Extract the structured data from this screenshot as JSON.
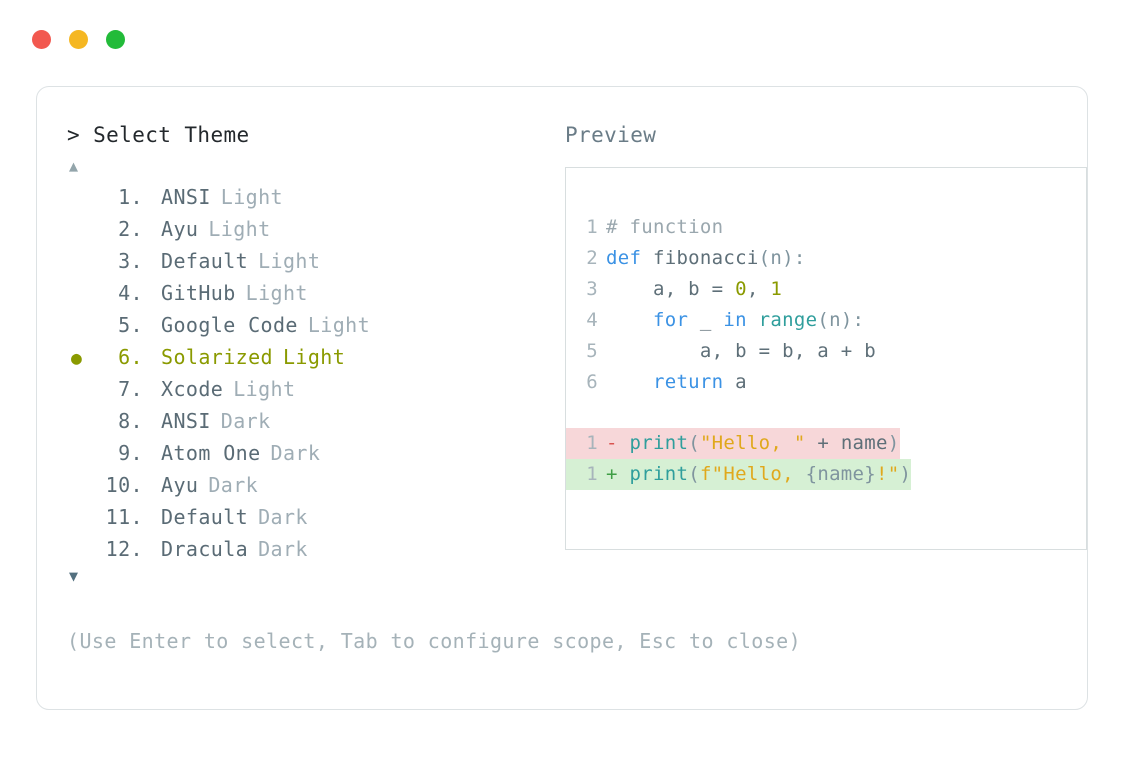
{
  "window": {
    "dots": [
      {
        "name": "close",
        "color": "#f2584f"
      },
      {
        "name": "minimize",
        "color": "#f5b722"
      },
      {
        "name": "maximize",
        "color": "#22bb39"
      }
    ]
  },
  "picker": {
    "prompt": "> Select Theme",
    "scroll_up": "▲",
    "scroll_down": "▼",
    "selected_index": 6,
    "bullet": "●",
    "selected_color": "#8a9a00",
    "items": [
      {
        "index": "1.",
        "name": "ANSI",
        "variant": "Light",
        "selected": false
      },
      {
        "index": "2.",
        "name": "Ayu",
        "variant": "Light",
        "selected": false
      },
      {
        "index": "3.",
        "name": "Default",
        "variant": "Light",
        "selected": false
      },
      {
        "index": "4.",
        "name": "GitHub",
        "variant": "Light",
        "selected": false
      },
      {
        "index": "5.",
        "name": "Google Code",
        "variant": "Light",
        "selected": false
      },
      {
        "index": "6.",
        "name": "Solarized",
        "variant": "Light",
        "selected": true
      },
      {
        "index": "7.",
        "name": "Xcode",
        "variant": "Light",
        "selected": false
      },
      {
        "index": "8.",
        "name": "ANSI",
        "variant": "Dark",
        "selected": false
      },
      {
        "index": "9.",
        "name": "Atom One",
        "variant": "Dark",
        "selected": false
      },
      {
        "index": "10.",
        "name": "Ayu",
        "variant": "Dark",
        "selected": false
      },
      {
        "index": "11.",
        "name": "Default",
        "variant": "Dark",
        "selected": false
      },
      {
        "index": "12.",
        "name": "Dracula",
        "variant": "Dark",
        "selected": false
      }
    ]
  },
  "preview": {
    "label": "Preview",
    "code": {
      "lines": [
        {
          "n": "1",
          "tokens": [
            {
              "t": "# function",
              "c": "k-comment"
            }
          ]
        },
        {
          "n": "2",
          "tokens": [
            {
              "t": "def ",
              "c": "k-kw"
            },
            {
              "t": "fibonacci",
              "c": "k-plain"
            },
            {
              "t": "(n):",
              "c": "k-punc"
            }
          ]
        },
        {
          "n": "3",
          "tokens": [
            {
              "t": "    a, b = ",
              "c": "k-plain"
            },
            {
              "t": "0",
              "c": "k-num"
            },
            {
              "t": ", ",
              "c": "k-plain"
            },
            {
              "t": "1",
              "c": "k-num"
            }
          ]
        },
        {
          "n": "4",
          "tokens": [
            {
              "t": "    ",
              "c": "k-plain"
            },
            {
              "t": "for",
              "c": "k-kw"
            },
            {
              "t": " _ ",
              "c": "k-plain"
            },
            {
              "t": "in",
              "c": "k-kw"
            },
            {
              "t": " ",
              "c": "k-plain"
            },
            {
              "t": "range",
              "c": "k-fn"
            },
            {
              "t": "(n):",
              "c": "k-punc"
            }
          ]
        },
        {
          "n": "5",
          "tokens": [
            {
              "t": "        a, b = b, a + b",
              "c": "k-plain"
            }
          ]
        },
        {
          "n": "6",
          "tokens": [
            {
              "t": "    ",
              "c": "k-plain"
            },
            {
              "t": "return",
              "c": "k-kw"
            },
            {
              "t": " a",
              "c": "k-plain"
            }
          ]
        }
      ]
    },
    "diff": [
      {
        "kind": "removed",
        "n": "1",
        "sign": "-",
        "bg": "#f7d7d9",
        "tokens": [
          {
            "t": "print",
            "c": "k-fn"
          },
          {
            "t": "(",
            "c": "k-punc"
          },
          {
            "t": "\"Hello, \"",
            "c": "k-str"
          },
          {
            "t": " + ",
            "c": "k-plain"
          },
          {
            "t": "name",
            "c": "k-plain"
          },
          {
            "t": ")",
            "c": "k-punc"
          }
        ]
      },
      {
        "kind": "added",
        "n": "1",
        "sign": "+",
        "bg": "#d6f0d4",
        "tokens": [
          {
            "t": "print",
            "c": "k-fn"
          },
          {
            "t": "(",
            "c": "k-punc"
          },
          {
            "t": "f\"Hello, ",
            "c": "k-str"
          },
          {
            "t": "{name}",
            "c": "k-punc"
          },
          {
            "t": "!\"",
            "c": "k-str"
          },
          {
            "t": ")",
            "c": "k-punc"
          }
        ]
      }
    ]
  },
  "hint": "(Use Enter to select, Tab to configure scope, Esc to close)"
}
